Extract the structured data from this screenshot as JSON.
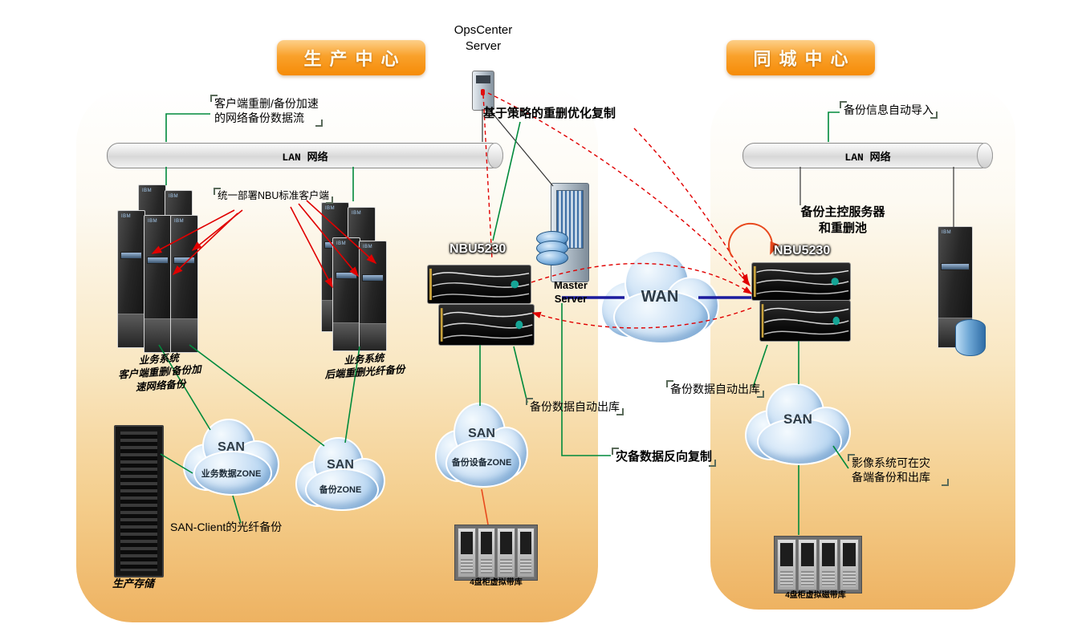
{
  "header": {
    "production_center": "生产中心",
    "city_center": "同城中心",
    "opscenter_line1": "OpsCenter",
    "opscenter_line2": "Server"
  },
  "lan": {
    "left": "LAN 网络",
    "right": "LAN 网络"
  },
  "labels": {
    "ibm": "IBM"
  },
  "notes": {
    "client_dedup_line1": "客户端重删/备份加速",
    "client_dedup_line2": "的网络备份数据流",
    "unified_nbu": "统一部署NBU标准客户端",
    "policy_copy": "基于策略的重删优化复制",
    "auto_out_left": "备份数据自动出库",
    "reverse_copy": "灾备数据反向复制",
    "san_client": "SAN-Client的光纤备份",
    "import_right": "备份信息自动导入",
    "auto_out_right": "备份数据自动出库",
    "imaging_line1": "影像系统可在灾",
    "imaging_line2": "备端备份和出库",
    "master_ctrl_line1": "备份主控服务器",
    "master_ctrl_line2": "和重删池"
  },
  "devices": {
    "nbu_left": "NBU5230",
    "nbu_right": "NBU5230",
    "master_line1": "Master",
    "master_line2": "Server",
    "storage": "生产存储",
    "tape_left": "4盘柜虚拟带库",
    "tape_right": "4盘柜虚拟磁带库"
  },
  "groups": {
    "biz1_line1": "业务系统",
    "biz1_line2": "客户端重删/备份加",
    "biz1_line3": "速网络备份",
    "biz2_line1": "业务系统",
    "biz2_line2": "后端重删光纤备份"
  },
  "clouds": {
    "wan": "WAN",
    "san1": "SAN",
    "zone1": "业务数据ZONE",
    "san2": "SAN",
    "zone2": "备份ZONE",
    "san3": "SAN",
    "zone3": "备份设备ZONE",
    "san_right": "SAN"
  },
  "colors": {
    "accent_orange": "#f68b07",
    "panel_sand": "#eeb261",
    "line_green": "#008a3c",
    "line_red": "#e00000",
    "line_blue": "#1b1b9e",
    "line_orange": "#e8491d",
    "cloud_blue": "#bcd9f2"
  }
}
